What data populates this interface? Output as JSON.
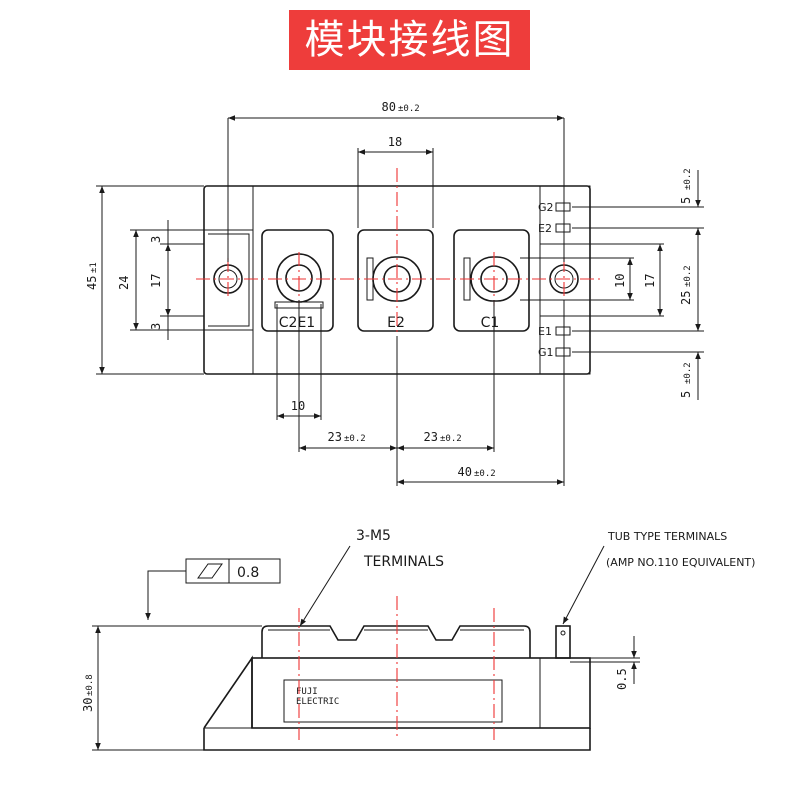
{
  "title": "模块接线图",
  "top_view": {
    "dims": {
      "overall_width": "80",
      "overall_width_tol": "±0.2",
      "center_terminal_width": "18",
      "overall_height": "45",
      "overall_height_tol": "±1",
      "left_outer": "24",
      "left_inner": "17",
      "left_top": "3",
      "left_bottom": "3",
      "right_inner": "10",
      "right_outer": "17",
      "tab_pitch_top": "5",
      "tab_pitch_mid": "25",
      "tab_pitch_bottom": "5",
      "tab_tol": "±0.2",
      "terminal_width": "10",
      "pitch_1": "23",
      "pitch_2": "23",
      "pitch_tol": "±0.2",
      "span": "40",
      "span_tol": "±0.2"
    },
    "terminal_labels": [
      "C2E1",
      "E2",
      "C1"
    ],
    "tab_labels": [
      "G2",
      "E2",
      "E1",
      "G1"
    ]
  },
  "side_view": {
    "screw_note_line1": "3-M5",
    "screw_note_line2": "TERMINALS",
    "tab_note_line1": "TUB TYPE TERMINALS",
    "tab_note_line2": "(AMP NO.110 EQUIVALENT)",
    "flatness_value": "0.8",
    "height_dim": "30",
    "height_tol": "±0.8",
    "tab_dim": "0.5",
    "logo_line1": "FUJI",
    "logo_line2": "ELECTRIC"
  }
}
